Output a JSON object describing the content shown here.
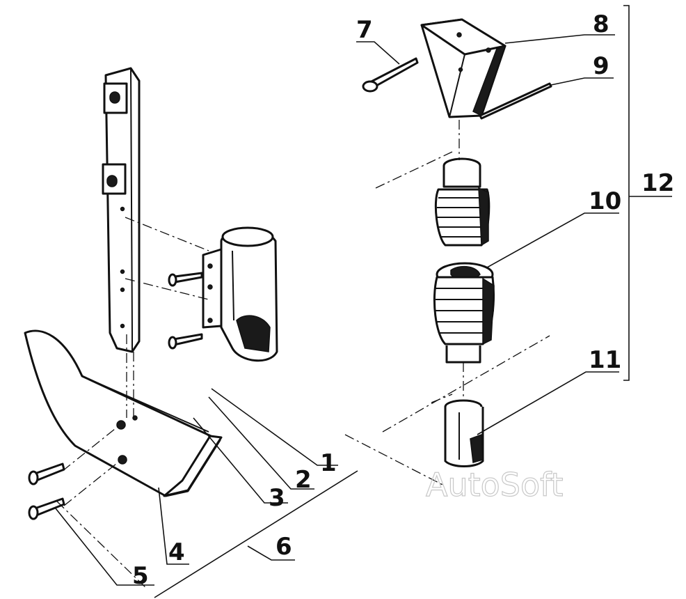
{
  "callouts": [
    "1",
    "2",
    "3",
    "4",
    "5",
    "6",
    "7",
    "8",
    "9",
    "10",
    "11",
    "12"
  ],
  "watermark": "AutoSoft"
}
